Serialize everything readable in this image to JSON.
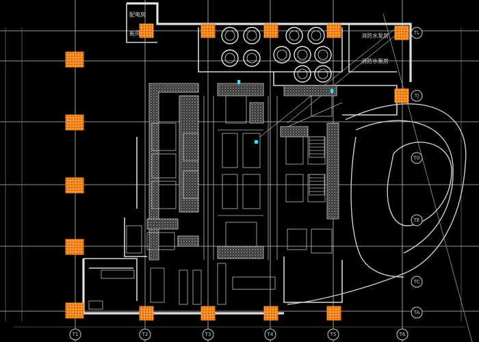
{
  "drawing": {
    "room_labels": {
      "top_left_1": "配电房",
      "top_left_2": "新风",
      "top_right_1": "消防水泵房",
      "top_right_2": "消防水泵房"
    },
    "axis_labels_bottom": [
      "T1",
      "T2",
      "T3",
      "T4",
      "T5",
      "T6"
    ],
    "axis_labels_right": [
      "TL",
      "TJ",
      "TG",
      "TE",
      "TC",
      "TA"
    ],
    "colors": {
      "background": "#000000",
      "lines": "#d8d8d8",
      "column_fill": "#ff8a1e",
      "accent": "#2fe6ff"
    }
  }
}
